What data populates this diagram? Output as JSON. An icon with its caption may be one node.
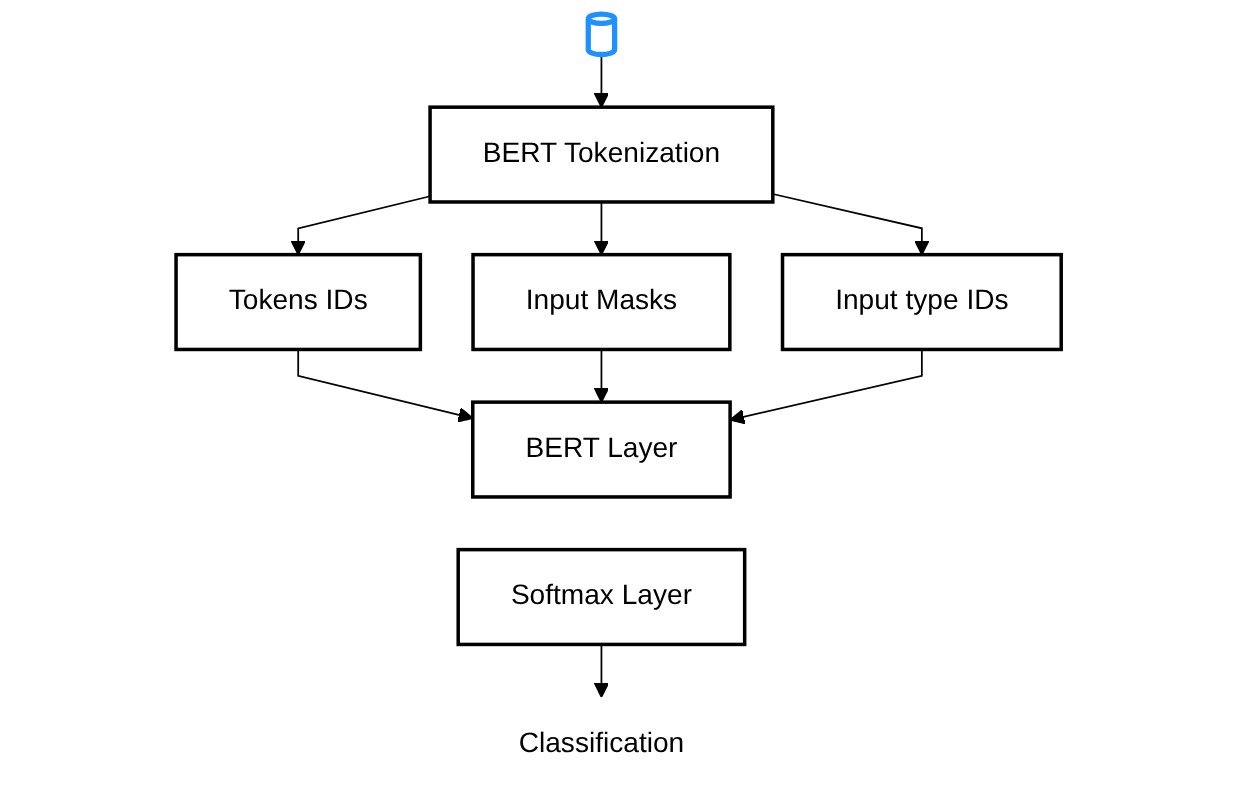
{
  "diagram": {
    "nodes": [
      {
        "text": [],
        "shape": "cylinder"
      },
      {
        "text": [
          "BERT Tokenization"
        ]
      },
      {
        "text": [
          "Tokens IDs"
        ]
      },
      {
        "text": [
          "Input Masks"
        ]
      },
      {
        "text": [
          "Input type IDs"
        ]
      },
      {
        "text": [
          "BERT Layer"
        ]
      },
      {
        "text": [
          "Softmax Layer"
        ]
      },
      {
        "text": [
          "Classification"
        ]
      }
    ],
    "edges": [
      {
        "from": 0,
        "to": 1,
        "arrow": "to"
      },
      {
        "from": 1,
        "to": 2,
        "arrow": "to"
      },
      {
        "from": 1,
        "to": 3,
        "arrow": "to"
      },
      {
        "from": 1,
        "to": 4,
        "arrow": "to"
      },
      {
        "from": 2,
        "to": 5,
        "arrow": "to"
      },
      {
        "from": 3,
        "to": 5,
        "arrow": "to"
      },
      {
        "from": 4,
        "to": 5,
        "arrow": "to"
      },
      {
        "from": 6,
        "to": 7,
        "arrow": "to"
      }
    ]
  }
}
